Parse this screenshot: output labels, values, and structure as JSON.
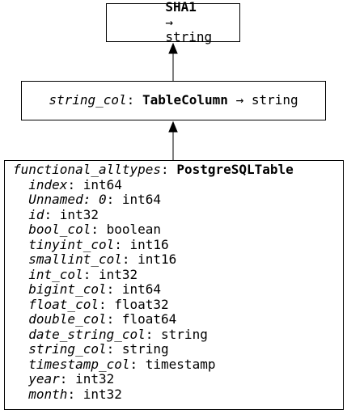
{
  "sha1_node": {
    "name": "SHA1",
    "arrow": "→",
    "return_type": "string"
  },
  "column_node": {
    "name": "string_col",
    "separator": ":",
    "kind": "TableColumn",
    "arrow": "→",
    "return_type": "string"
  },
  "table_node": {
    "name": "functional_alltypes",
    "separator": ":",
    "kind": "PostgreSQLTable",
    "columns": [
      {
        "name": "index",
        "type": "int64"
      },
      {
        "name": "Unnamed: 0",
        "type": "int64"
      },
      {
        "name": "id",
        "type": "int32"
      },
      {
        "name": "bool_col",
        "type": "boolean"
      },
      {
        "name": "tinyint_col",
        "type": "int16"
      },
      {
        "name": "smallint_col",
        "type": "int16"
      },
      {
        "name": "int_col",
        "type": "int32"
      },
      {
        "name": "bigint_col",
        "type": "int64"
      },
      {
        "name": "float_col",
        "type": "float32"
      },
      {
        "name": "double_col",
        "type": "float64"
      },
      {
        "name": "date_string_col",
        "type": "string"
      },
      {
        "name": "string_col",
        "type": "string"
      },
      {
        "name": "timestamp_col",
        "type": "timestamp"
      },
      {
        "name": "year",
        "type": "int32"
      },
      {
        "name": "month",
        "type": "int32"
      }
    ]
  }
}
